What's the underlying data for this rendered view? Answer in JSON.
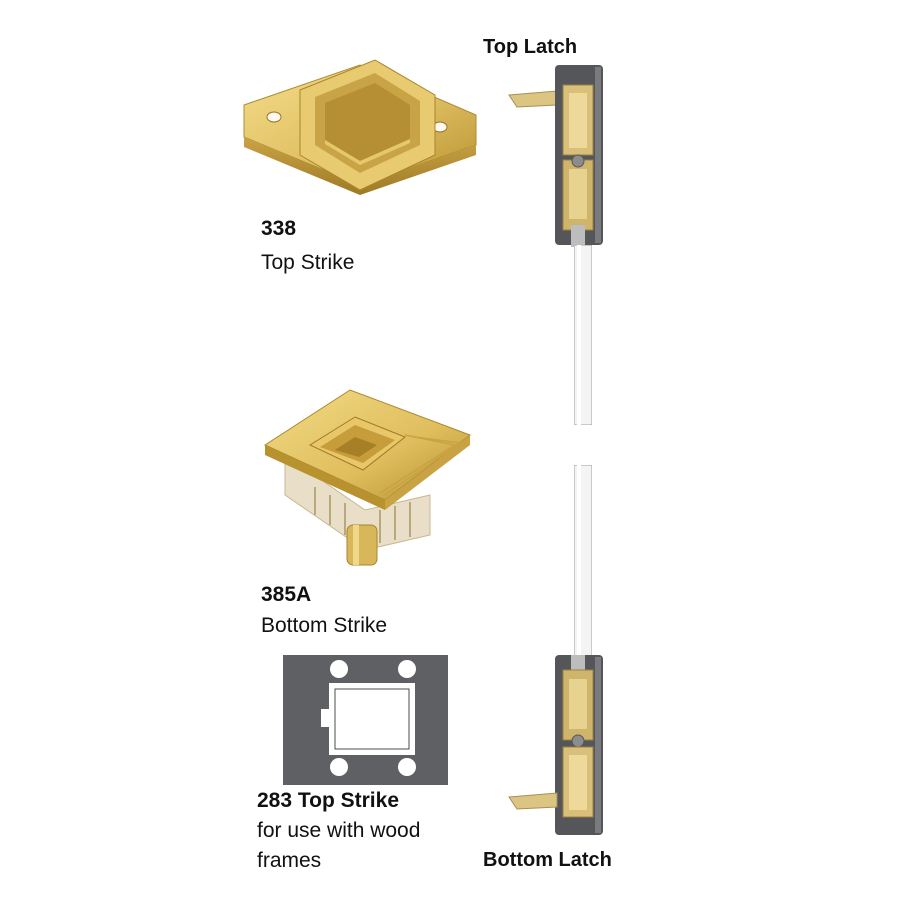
{
  "labels": {
    "top_latch": "Top Latch",
    "bottom_latch": "Bottom Latch",
    "strike_338": {
      "number": "338",
      "name": "Top Strike"
    },
    "strike_385a": {
      "number": "385A",
      "name": "Bottom Strike"
    },
    "strike_283": {
      "title": "283 Top Strike",
      "desc_line1": "for use with wood",
      "desc_line2": "frames"
    }
  },
  "colors": {
    "brass_light": "#efd57a",
    "brass_mid": "#d9b552",
    "brass_dark": "#a9852c",
    "plate_gray": "#5f6063",
    "rod_white": "#f4f4f4",
    "text": "#111111"
  },
  "icons": [
    "top-strike-338-image",
    "bottom-strike-385a-image",
    "top-strike-283-plate-image",
    "top-latch-image",
    "vertical-rod-image",
    "bottom-latch-image"
  ]
}
